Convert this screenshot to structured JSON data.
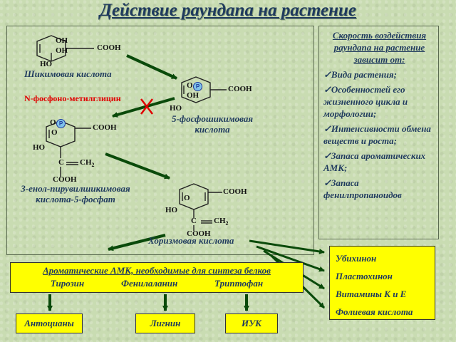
{
  "title": "Действие раундапа на растение",
  "compounds": {
    "shikimic": {
      "name": "Шикимовая кислота",
      "oh1": "OH",
      "oh2": "OH",
      "cooh": "COOH",
      "ho": "HO"
    },
    "phosphoshikimic": {
      "name_line1": "5-фосфошикимовая",
      "name_line2": "кислота",
      "o": "O",
      "p": "P",
      "oh": "OH",
      "cooh": "COOH",
      "ho": "HO"
    },
    "enolpyruvyl": {
      "name_line1": "3-енол-пирувилшикимовая",
      "name_line2": "кислота-5-фосфат",
      "o1": "O",
      "p": "P",
      "o2": "O",
      "cooh": "COOH",
      "ho": "HO",
      "c": "C",
      "ch2": "CH",
      "ch2_sub": "2",
      "cooh2": "COOH"
    },
    "chorismic": {
      "name": "Хоризмовая кислота",
      "o": "O",
      "cooh": "COOH",
      "ho": "HO",
      "c": "C",
      "ch2": "CH",
      "ch2_sub": "2",
      "cooh2": "COOH"
    }
  },
  "inhibitor": "N-фосфоно-метилглицин",
  "factors": {
    "header": "Скорость воздействия раундапа на растение зависит от:",
    "items": [
      "✓Вида растения;",
      "✓Особенностей его жизненного  цикла и морфологии;",
      "✓Интенсивности обмена веществ и роста;",
      "✓Запаса ароматических АМК;",
      "✓Запаса фенилпропаноидов"
    ]
  },
  "amk": {
    "title": "Ароматические АМК, необходимые для синтеза белков",
    "items": [
      "Тирозин",
      "Фенилаланин",
      "Триптофан"
    ]
  },
  "products": [
    "Убихинон",
    "Пластохинон",
    "Витамины К и Е",
    "Фолиевая кислота"
  ],
  "final_products": [
    "Антоцианы",
    "Лигнин",
    "ИУК"
  ],
  "colors": {
    "title": "#1f3a5e",
    "arrow": "#0a4a0a",
    "inhibitor": "#e00000",
    "box_fill": "#ffff00",
    "background": "#c9dcb2"
  }
}
